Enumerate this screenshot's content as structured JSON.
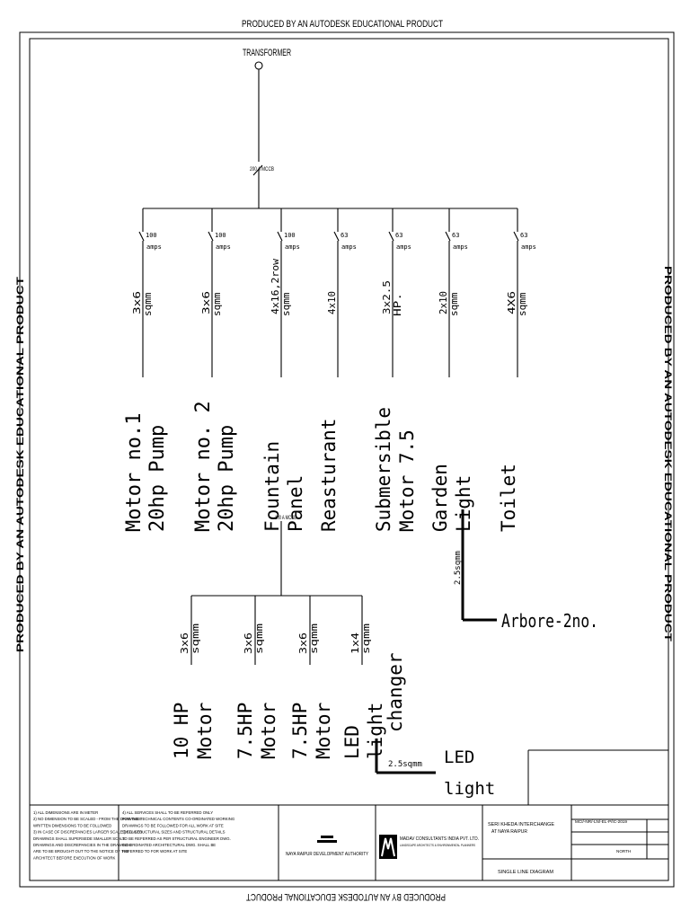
{
  "watermark": {
    "top": "PRODUCED BY AN AUTODESK EDUCATIONAL PRODUCT",
    "left": "PRODUCED BY AN AUTODESK EDUCATIONAL PRODUCT",
    "right": "PRODUCED BY AN AUTODESK EDUCATIONAL PRODUCT",
    "bottom": "PRODUCED BY AN AUTODESK EDUCATIONAL PRODUCT"
  },
  "transformer": {
    "label": "TRANSFORMER",
    "mccb": "200 A MCCB"
  },
  "circuits": [
    {
      "rating": [
        "100",
        "amps"
      ],
      "cable": [
        "3x6",
        "sqmm"
      ],
      "load": [
        "Motor no.1",
        "20hp Pump"
      ]
    },
    {
      "rating": [
        "100",
        "amps"
      ],
      "cable": [
        "3x6",
        "sqmm"
      ],
      "load": [
        "Motor no. 2",
        "20hp Pump"
      ]
    },
    {
      "rating": [
        "100",
        "amps"
      ],
      "cable": [
        "4x16,2row",
        "sqmm"
      ],
      "load": [
        "Fountain",
        "Panel"
      ]
    },
    {
      "rating": [
        "63",
        "amps"
      ],
      "cable": [
        "4x10",
        ""
      ],
      "load": [
        "Reasturant",
        ""
      ]
    },
    {
      "rating": [
        "63",
        "amps"
      ],
      "cable": [
        "3x2.5",
        "HP."
      ],
      "load": [
        "Submersible",
        "Motor 7.5"
      ]
    },
    {
      "rating": [
        "63",
        "amps"
      ],
      "cable": [
        "2x10",
        "sqmm"
      ],
      "load": [
        "Garden",
        "Light"
      ]
    },
    {
      "rating": [
        "63",
        "amps"
      ],
      "cable": [
        "4X6",
        "sqmm"
      ],
      "load": [
        "Toilet",
        ""
      ]
    }
  ],
  "fountain_sub": {
    "mccb": "100 A MCCB",
    "circuits": [
      {
        "cable": [
          "3x6",
          "sqmm"
        ],
        "load": [
          "10 HP",
          "Motor"
        ]
      },
      {
        "cable": [
          "3x6",
          "sqmm"
        ],
        "load": [
          "7.5HP",
          "Motor"
        ]
      },
      {
        "cable": [
          "3x6",
          "sqmm"
        ],
        "load": [
          "7.5HP",
          "Motor"
        ]
      },
      {
        "cable": [
          "1x4",
          "sqmm"
        ],
        "load": [
          "LED",
          "light",
          "changer"
        ]
      }
    ]
  },
  "garden_branch": {
    "cable": "2.5sqmm",
    "load": "Arbore-2no."
  },
  "led_branch": {
    "cable": "2.5sqmm",
    "load": [
      "LED",
      "light"
    ]
  },
  "title_block": {
    "notes_left": [
      "1) ALL DIMENSIONS ARE IN METER",
      "2) NO DIMENSION TO BE SCALED - FROM THE DRAWINGS",
      "   WRITTEN DIMENSIONS TO BE FOLLOWED",
      "3) IN CASE OF DISCREPANCIES LARGER SCALE DETAILED",
      "   DRAWINGS SHALL SUPERSEDE SMALLER SCALE",
      "   DRAWINGS AND DISCREPANCIES IN THE DRAWINGS",
      "   ARE TO BE BROUGHT OUT TO THE NOTICE OF THE",
      "   ARCHITECT BEFORE EXECUTION OF WORK"
    ],
    "notes_right": [
      "4) ALL SERVICES SHALL TO BE REFERRED ONLY",
      "   FOR THE TECHNICAL CONTENTS CO-ORDINATED WORKING",
      "   DRAWINGS TO BE FOLLOWED FOR ALL WORK AT SITE",
      "5) ALL STRUCTURAL SIZES AND STRUCTURAL DETAILS",
      "   TO BE REFERRED AS PER STRUCTURAL ENGINEER DWG.",
      "   CO-ORDINATED ARCHITECTURAL DWG. SHALL BE",
      "   REFERRED TO FOR WORK AT SITE"
    ],
    "client": "NAYA RAIPUR DEVELOPMENT AUTHORITY",
    "consultant": "MADAV CONSULTANTS INDIA PVT. LTD.",
    "consultant_sub": "LANDSCAPE ARCHITECTS & ENVIRONMENTAL PLANNERS",
    "project": [
      "SERI KHEDA INTERCHANGE",
      "AT NAYA RAIPUR"
    ],
    "drawing_no": "MCI/-NR/-LN/-EL-P/IC-2019",
    "north": "NORTH",
    "title": "SINGLE LINE DIAGRAM"
  }
}
